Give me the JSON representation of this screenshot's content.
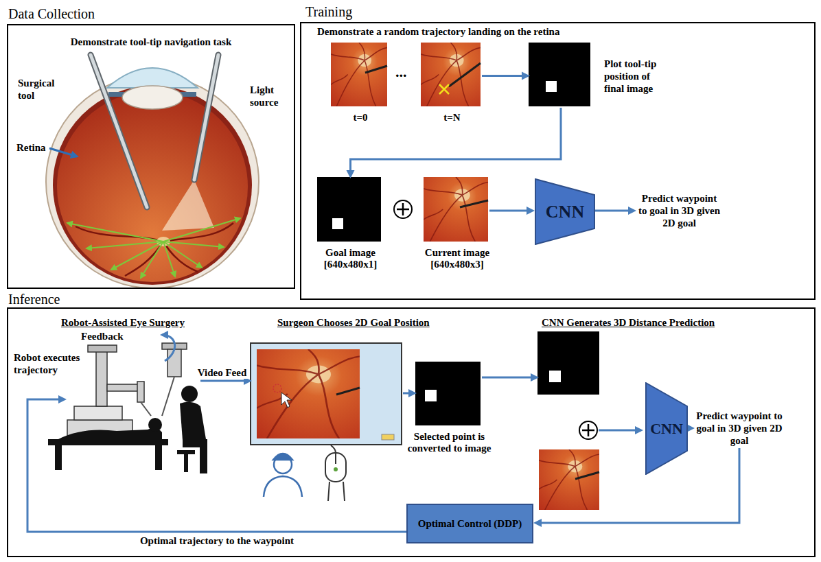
{
  "diagram": {
    "nodes": [
      {
        "text": [
          "Data Collection"
        ]
      },
      {
        "text": [
          "Training"
        ]
      },
      {
        "text": [
          "t=0"
        ],
        "in": 1
      },
      {
        "text": [
          "t=N"
        ],
        "in": 1
      },
      {
        "text": [
          "Plot tool-tip position of final image"
        ],
        "in": 1
      },
      {
        "text": [
          "Goal image [640x480x1]"
        ],
        "in": 1
      },
      {
        "text": [
          "Current image [640x480x3]"
        ],
        "in": 1
      },
      {
        "text": [
          "CNN"
        ],
        "in": 1
      },
      {
        "text": [
          "Predict waypoint to goal in 3D given 2D goal"
        ],
        "in": 1
      },
      {
        "text": [
          "Inference"
        ]
      },
      {
        "text": [
          "Robot-Assisted Eye Surgery"
        ],
        "in": 9
      },
      {
        "text": [
          "Surgeon Chooses 2D Goal Position"
        ],
        "in": 9
      },
      {
        "text": [
          "Selected point is converted to image"
        ],
        "in": 9
      },
      {
        "text": [
          "CNN Generates 3D Distance Prediction"
        ],
        "in": 9
      },
      {
        "text": [
          "CNN"
        ],
        "in": 9
      },
      {
        "text": [
          "Predict waypoint to goal in 3D given 2D goal"
        ],
        "in": 9
      },
      {
        "text": [
          "Optimal Control (DDP)"
        ],
        "in": 9
      }
    ],
    "edges": [
      {
        "from": 3,
        "to": 4,
        "arrow": "to"
      },
      {
        "from": 4,
        "to": 5,
        "arrow": "to"
      },
      {
        "from": 6,
        "to": 7,
        "arrow": "to"
      },
      {
        "from": 7,
        "to": 8,
        "arrow": "to"
      },
      {
        "from": 10,
        "to": 11,
        "label": "Video Feed",
        "arrow": "to"
      },
      {
        "from": 11,
        "to": 12,
        "arrow": "to"
      },
      {
        "from": 12,
        "to": 13,
        "arrow": "to"
      },
      {
        "from": 14,
        "to": 15,
        "arrow": "to"
      },
      {
        "from": 15,
        "to": 16,
        "arrow": "to"
      },
      {
        "from": 16,
        "to": 10,
        "label": "Optimal trajectory to the waypoint",
        "arrow": "to"
      }
    ],
    "labels": [
      "Demonstrate tool-tip navigation task",
      "Surgical tool",
      "Light source",
      "Retina",
      "Demonstrate a random trajectory landing on the retina",
      "...",
      "Feedback",
      "Robot executes trajectory"
    ]
  }
}
